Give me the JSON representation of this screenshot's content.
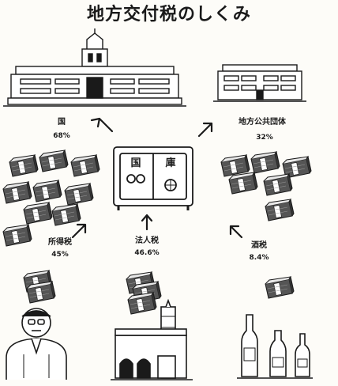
{
  "title": "地方交付税のしくみ",
  "nodes": {
    "national": {
      "label": "国",
      "share": "68%",
      "icon": "diet-building"
    },
    "local": {
      "label": "地方公共団体",
      "share": "32%",
      "icon": "office-building"
    },
    "treasury": {
      "char1": "国",
      "char2": "庫",
      "icon": "treasury-safe"
    }
  },
  "sources": [
    {
      "label": "所得税",
      "rate": "45%",
      "icon": "taxpayer-person"
    },
    {
      "label": "法人税",
      "rate": "46.6%",
      "icon": "factory"
    },
    {
      "label": "酒税",
      "rate": "8.4%",
      "icon": "liquor-bottles"
    }
  ],
  "colors": {
    "ink": "#1a1a1a",
    "paper": "#fdfcf8",
    "bundle": "#555555"
  }
}
